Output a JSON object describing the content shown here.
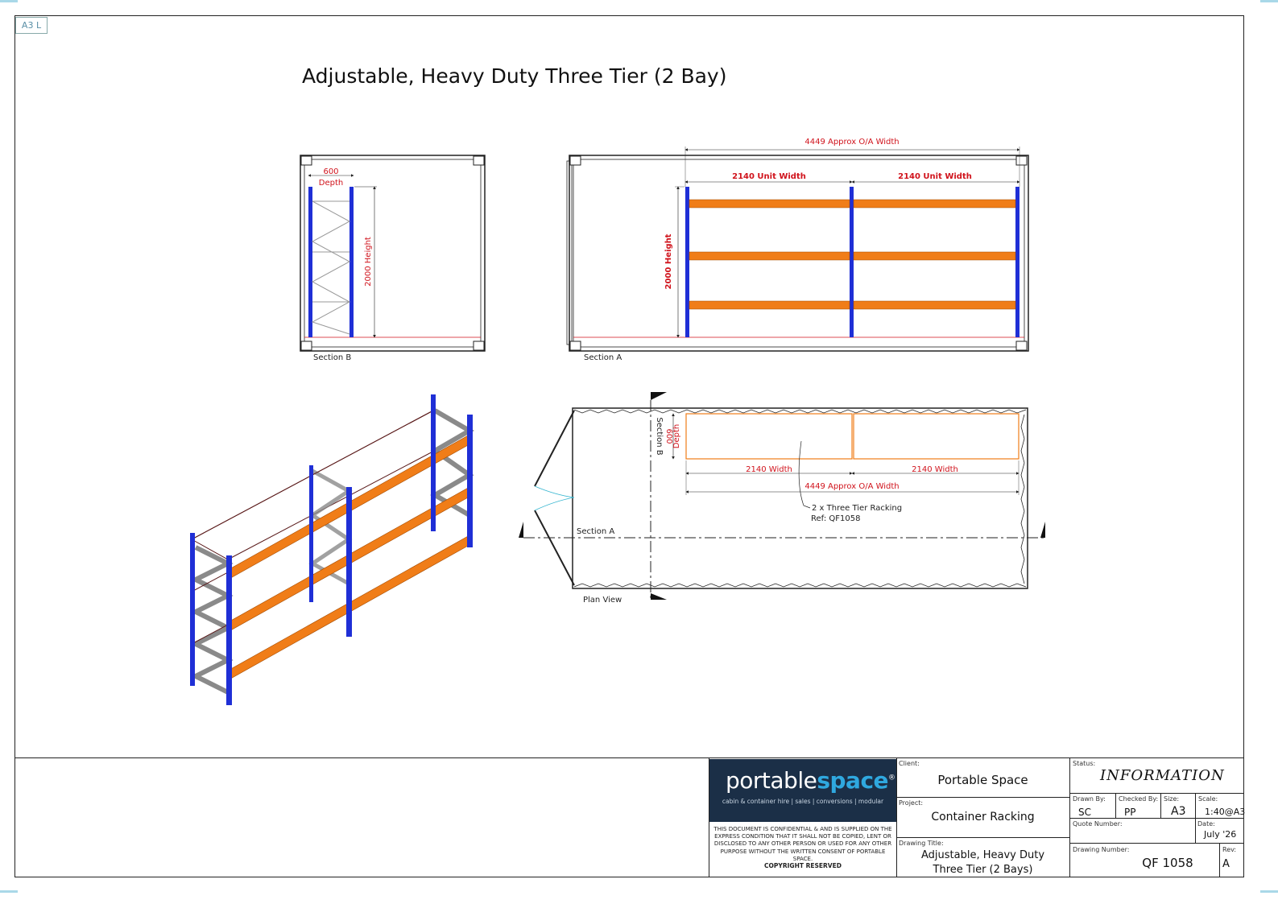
{
  "sheet": {
    "size_tag": "A3 L"
  },
  "drawing_title": "Adjustable, Heavy Duty Three Tier (2 Bay)",
  "colors": {
    "upright": "#1f2fd6",
    "beam": "#f07d18",
    "dimension": "#d0121b",
    "frame": "#222222",
    "logo_bg": "#1b2f47",
    "logo_accent": "#2fa8df"
  },
  "section_b": {
    "label": "Section B",
    "depth_value": "600",
    "depth_label": "Depth",
    "height_label": "2000 Height"
  },
  "section_a": {
    "label": "Section A",
    "overall_width": "4449 Approx O/A Width",
    "bay_width_1": "2140 Unit Width",
    "bay_width_2": "2140 Unit Width",
    "height_label": "2000 Height"
  },
  "plan_view": {
    "label": "Plan View",
    "section_a_marker": "Section A",
    "section_b_marker": "Section B",
    "depth_value": "600",
    "depth_label": "Depth",
    "bay_width_1": "2140 Width",
    "bay_width_2": "2140 Width",
    "overall_width": "4449 Approx O/A Width",
    "note_line_1": "2 x Three Tier Racking",
    "note_line_2": "Ref: QF1058"
  },
  "title_block": {
    "logo_word_1": "portable",
    "logo_word_2": "space",
    "logo_mark": "®",
    "logo_tagline": "cabin & container hire | sales | conversions | modular",
    "disclaimer": "THIS DOCUMENT IS CONFIDENTIAL & AND IS SUPPLIED ON THE EXPRESS CONDITION THAT IT SHALL NOT BE COPIED, LENT OR DISCLOSED TO ANY OTHER PERSON OR USED FOR ANY OTHER PURPOSE WITHOUT THE WRITTEN CONSENT OF PORTABLE SPACE.",
    "copyright": "COPYRIGHT RESERVED",
    "client_caption": "Client:",
    "client": "Portable Space",
    "project_caption": "Project:",
    "project": "Container Racking",
    "drawing_title_caption": "Drawing Title:",
    "drawing_title_line_1": "Adjustable, Heavy Duty",
    "drawing_title_line_2": "Three Tier (2 Bays)",
    "status_caption": "Status:",
    "status": "INFORMATION",
    "drawn_by_caption": "Drawn By:",
    "drawn_by": "SC",
    "checked_by_caption": "Checked By:",
    "checked_by": "PP",
    "size_caption": "Size:",
    "size": "A3",
    "scale_caption": "Scale:",
    "scale": "1:40@A3",
    "quote_number_caption": "Quote Number:",
    "quote_number": "",
    "date_caption": "Date:",
    "date": "July '26",
    "drawing_number_caption": "Drawing Number:",
    "drawing_number": "QF 1058",
    "rev_caption": "Rev:",
    "rev": "A"
  }
}
